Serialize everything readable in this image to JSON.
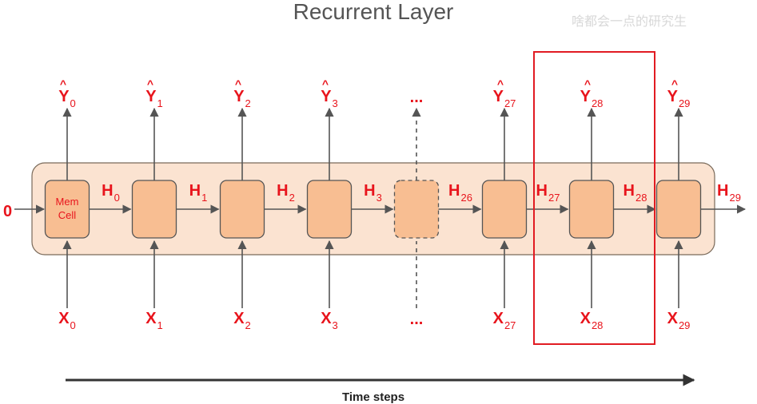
{
  "title": "Recurrent Layer",
  "watermark": "啥都会一点的研究生",
  "initial_state": "0",
  "memory_cell_label_line1": "Mem",
  "memory_cell_label_line2": "Cell",
  "ellipsis": "...",
  "time_axis_label": "Time steps",
  "steps": [
    {
      "y": "Y",
      "y_sub": "0",
      "x": "X",
      "x_sub": "0",
      "h": "H",
      "h_sub": "0"
    },
    {
      "y": "Y",
      "y_sub": "1",
      "x": "X",
      "x_sub": "1",
      "h": "H",
      "h_sub": "1"
    },
    {
      "y": "Y",
      "y_sub": "2",
      "x": "X",
      "x_sub": "2",
      "h": "H",
      "h_sub": "2"
    },
    {
      "y": "Y",
      "y_sub": "3",
      "x": "X",
      "x_sub": "3",
      "h": "H",
      "h_sub": "3"
    },
    {
      "y": "...",
      "y_sub": "",
      "x": "...",
      "x_sub": "",
      "h": "H",
      "h_sub": "26"
    },
    {
      "y": "Y",
      "y_sub": "27",
      "x": "X",
      "x_sub": "27",
      "h": "H",
      "h_sub": "27"
    },
    {
      "y": "Y",
      "y_sub": "28",
      "x": "X",
      "x_sub": "28",
      "h": "H",
      "h_sub": "28"
    },
    {
      "y": "Y",
      "y_sub": "29",
      "x": "X",
      "x_sub": "29",
      "h": "H",
      "h_sub": "29"
    }
  ],
  "highlighted_step": 6,
  "colors": {
    "label_red": "#e8141c",
    "band_fill": "#fbe3d1",
    "cell_fill": "#f8be92",
    "arrow": "#555555",
    "highlight_box": "#e11b22"
  }
}
